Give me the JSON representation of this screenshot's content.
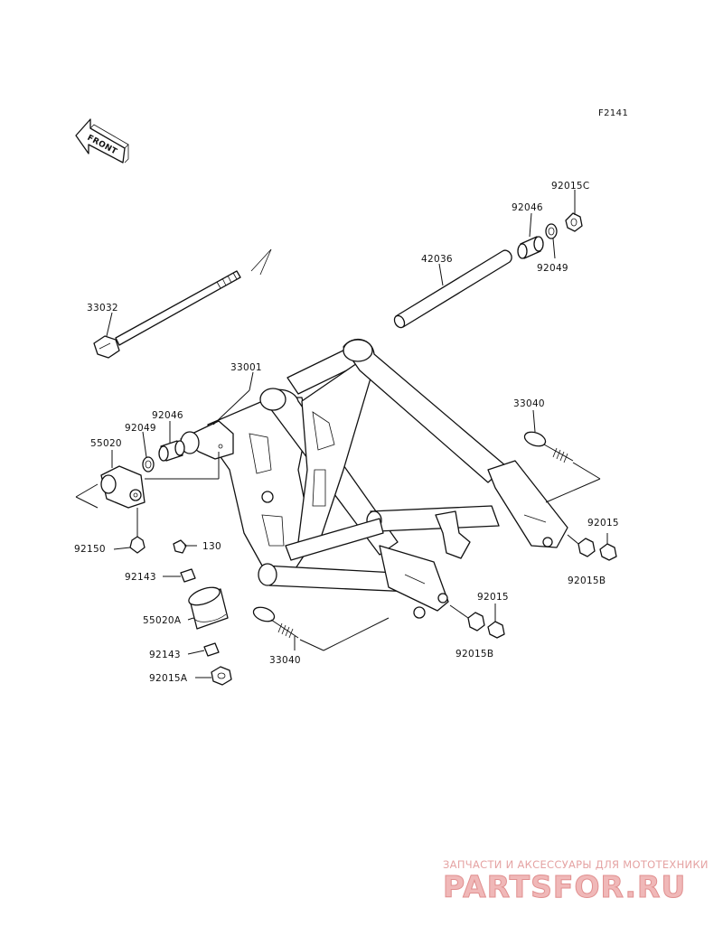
{
  "figure_code": "F2141",
  "front_label": "FRONT",
  "parts": {
    "p33032": "33032",
    "p33001": "33001",
    "p42036": "42036",
    "p92046_top": "92046",
    "p92015C": "92015C",
    "p92049_top": "92049",
    "p92046_left": "92046",
    "p92049_left": "92049",
    "p55020": "55020",
    "p92150": "92150",
    "p130": "130",
    "p92143_top": "92143",
    "p55020A": "55020A",
    "p92143_bot": "92143",
    "p92015A": "92015A",
    "p33040_right": "33040",
    "p92015_right": "92015",
    "p92015B_right": "92015B",
    "p92015_mid": "92015",
    "p92015B_mid": "92015B",
    "p33040_bottom": "33040"
  },
  "watermark": {
    "tagline": "ЗАПЧАСТИ И АКСЕССУАРЫ ДЛЯ МОТОТЕХНИКИ",
    "brand": "PARTSFOR.RU"
  }
}
